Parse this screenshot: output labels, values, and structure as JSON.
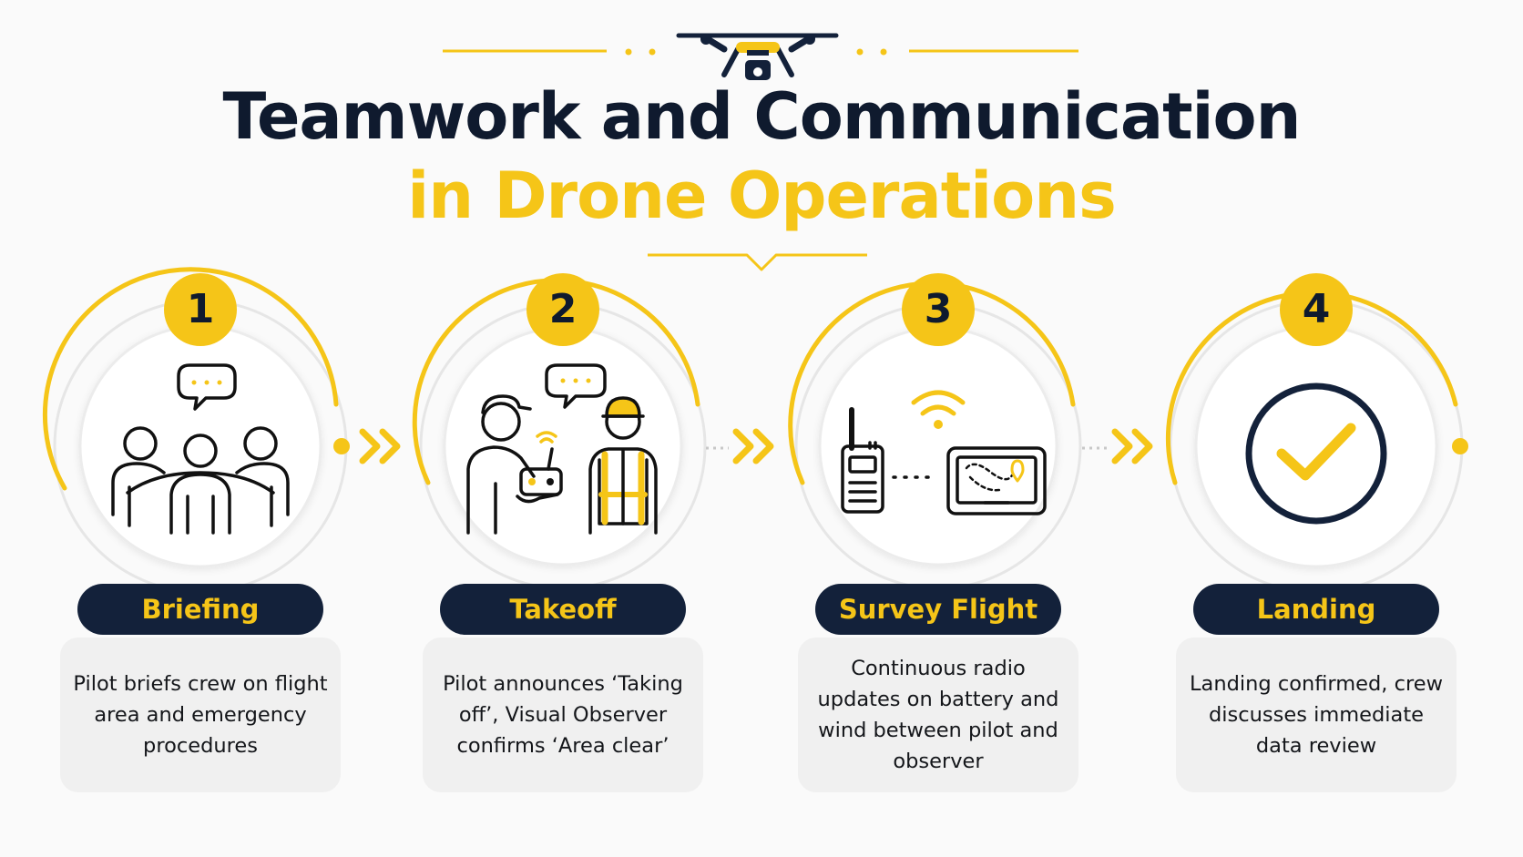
{
  "title": {
    "line1": "Teamwork and Communication",
    "line2": "in Drone Operations"
  },
  "colors": {
    "accent": "#f5c518",
    "navy": "#13213a",
    "title": "#0f1a2e",
    "card": "#f0f0f0",
    "background": "#fafafa"
  },
  "steps": [
    {
      "number": "1",
      "label": "Briefing",
      "description": "Pilot briefs crew on flight area and emergency procedures",
      "icon": "team-briefing-icon"
    },
    {
      "number": "2",
      "label": "Takeoff",
      "description": "Pilot announces ‘Taking off’, Visual Observer confirms ‘Area clear’",
      "icon": "pilot-observer-icon"
    },
    {
      "number": "3",
      "label": "Survey Flight",
      "description": "Continuous radio updates on battery and wind between pilot and observer",
      "icon": "radio-tablet-icon"
    },
    {
      "number": "4",
      "label": "Landing",
      "description": "Landing confirmed, crew discusses immediate data review",
      "icon": "checkmark-icon"
    }
  ]
}
